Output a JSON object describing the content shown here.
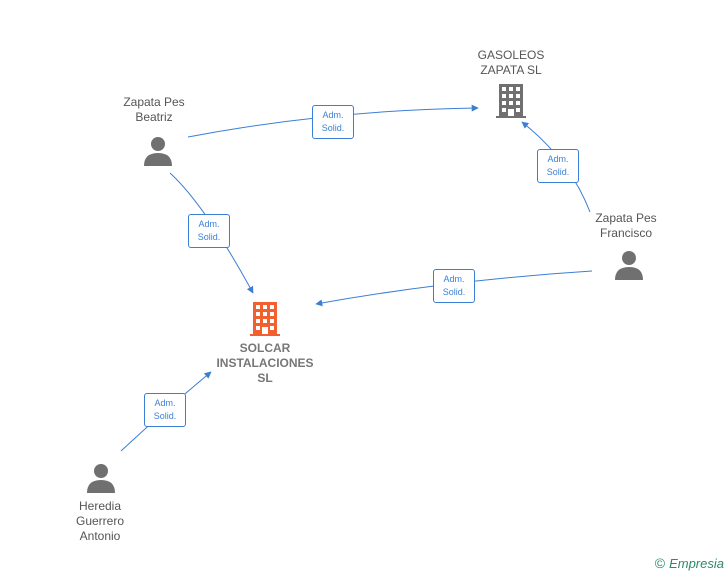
{
  "nodes": {
    "gasoleos": {
      "label": "GASOLEOS\nZAPATA SL",
      "type": "company",
      "color": "#707070"
    },
    "solcar": {
      "label": "SOLCAR\nINSTALACIONES\nSL",
      "type": "company",
      "color": "#f0612f"
    },
    "beatriz": {
      "label": "Zapata Pes\nBeatriz",
      "type": "person",
      "color": "#707070"
    },
    "francisco": {
      "label": "Zapata Pes\nFrancisco",
      "type": "person",
      "color": "#707070"
    },
    "heredia": {
      "label": "Heredia\nGuerrero\nAntonio",
      "type": "person",
      "color": "#707070"
    }
  },
  "edges": [
    {
      "from": "beatriz",
      "to": "gasoleos",
      "label": "Adm.\nSolid."
    },
    {
      "from": "francisco",
      "to": "gasoleos",
      "label": "Adm.\nSolid."
    },
    {
      "from": "beatriz",
      "to": "solcar",
      "label": "Adm.\nSolid."
    },
    {
      "from": "francisco",
      "to": "solcar",
      "label": "Adm.\nSolid."
    },
    {
      "from": "heredia",
      "to": "solcar",
      "label": "Adm.\nSolid."
    }
  ],
  "edge_color": "#3b7fd4",
  "watermark": {
    "symbol": "©",
    "brand": "Empresia"
  }
}
